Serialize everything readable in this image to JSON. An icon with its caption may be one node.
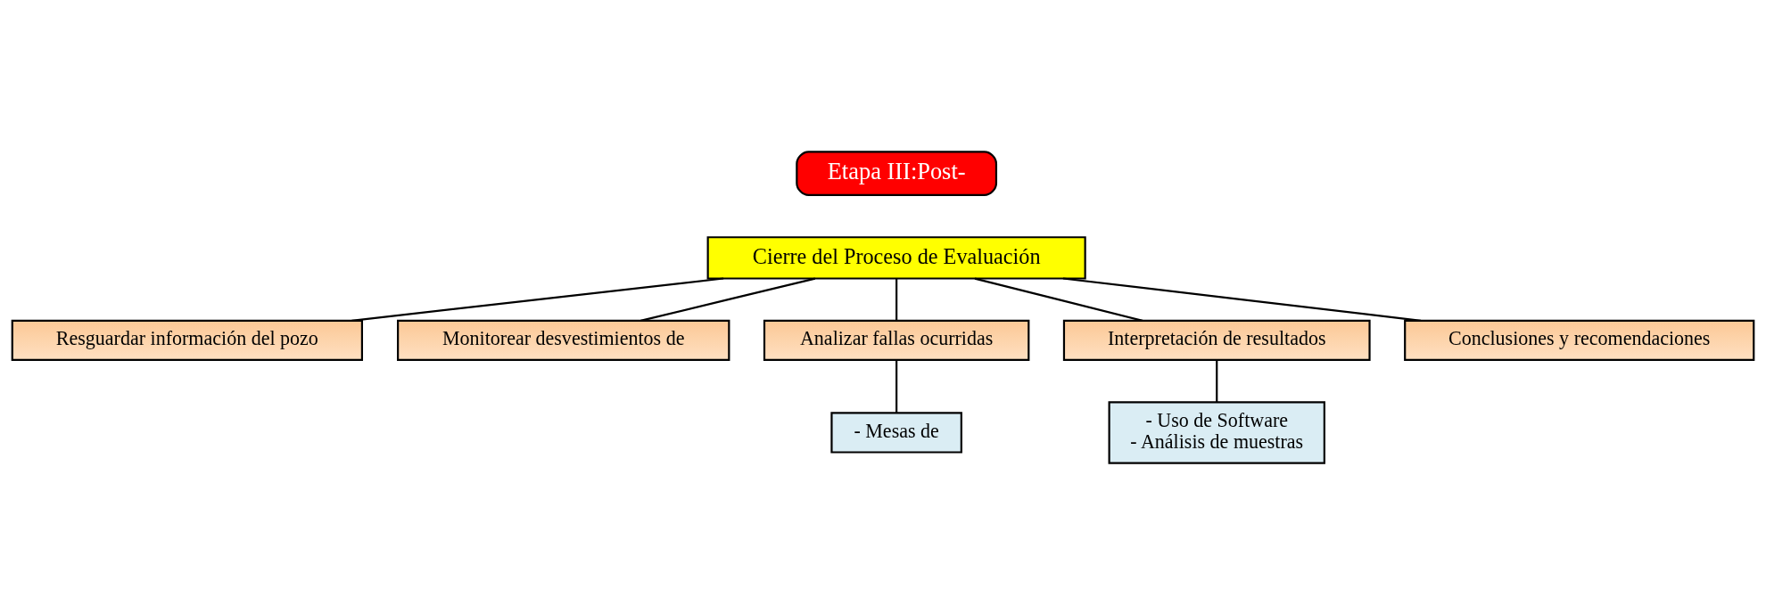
{
  "diagram": {
    "nodes": [
      {
        "text": [
          "Etapa III:Post-"
        ]
      },
      {
        "text": [
          "Cierre del Proceso de Evaluación"
        ]
      },
      {
        "text": [
          "Resguardar información del pozo"
        ]
      },
      {
        "text": [
          "Monitorear desvestimientos de"
        ]
      },
      {
        "text": [
          "Analizar fallas ocurridas"
        ]
      },
      {
        "text": [
          "Interpretación de resultados"
        ]
      },
      {
        "text": [
          "Conclusiones y recomendaciones"
        ]
      },
      {
        "text": [
          "- Mesas de"
        ]
      },
      {
        "text": [
          "- Uso de Software",
          "- Análisis de muestras"
        ]
      }
    ],
    "edges": [
      {
        "from": 1,
        "to": 2,
        "arrow": "none"
      },
      {
        "from": 1,
        "to": 3,
        "arrow": "none"
      },
      {
        "from": 1,
        "to": 4,
        "arrow": "none"
      },
      {
        "from": 1,
        "to": 5,
        "arrow": "none"
      },
      {
        "from": 1,
        "to": 6,
        "arrow": "none"
      },
      {
        "from": 4,
        "to": 7,
        "arrow": "none"
      },
      {
        "from": 5,
        "to": 8,
        "arrow": "none"
      }
    ]
  }
}
